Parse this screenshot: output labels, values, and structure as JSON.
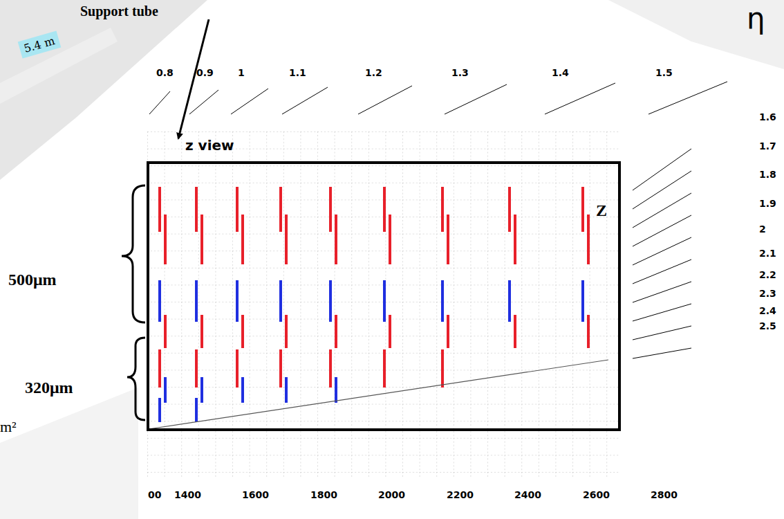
{
  "diagram": {
    "nodes": [
      {
        "text": [
          "5.4 m"
        ]
      }
    ],
    "labels": [
      "Support tube",
      "η",
      "0.8",
      "0.9",
      "1",
      "1.1",
      "1.2",
      "1.3",
      "1.4",
      "1.5",
      "1.6",
      "1.7",
      "1.8",
      "1.9",
      "2",
      "2.1",
      "2.2",
      "2.3",
      "2.4",
      "2.5",
      "z view",
      "Z",
      "500μm",
      "320μm",
      "m²",
      "00",
      "1400",
      "1600",
      "1800",
      "2000",
      "2200",
      "2400",
      "2600",
      "2800"
    ]
  }
}
